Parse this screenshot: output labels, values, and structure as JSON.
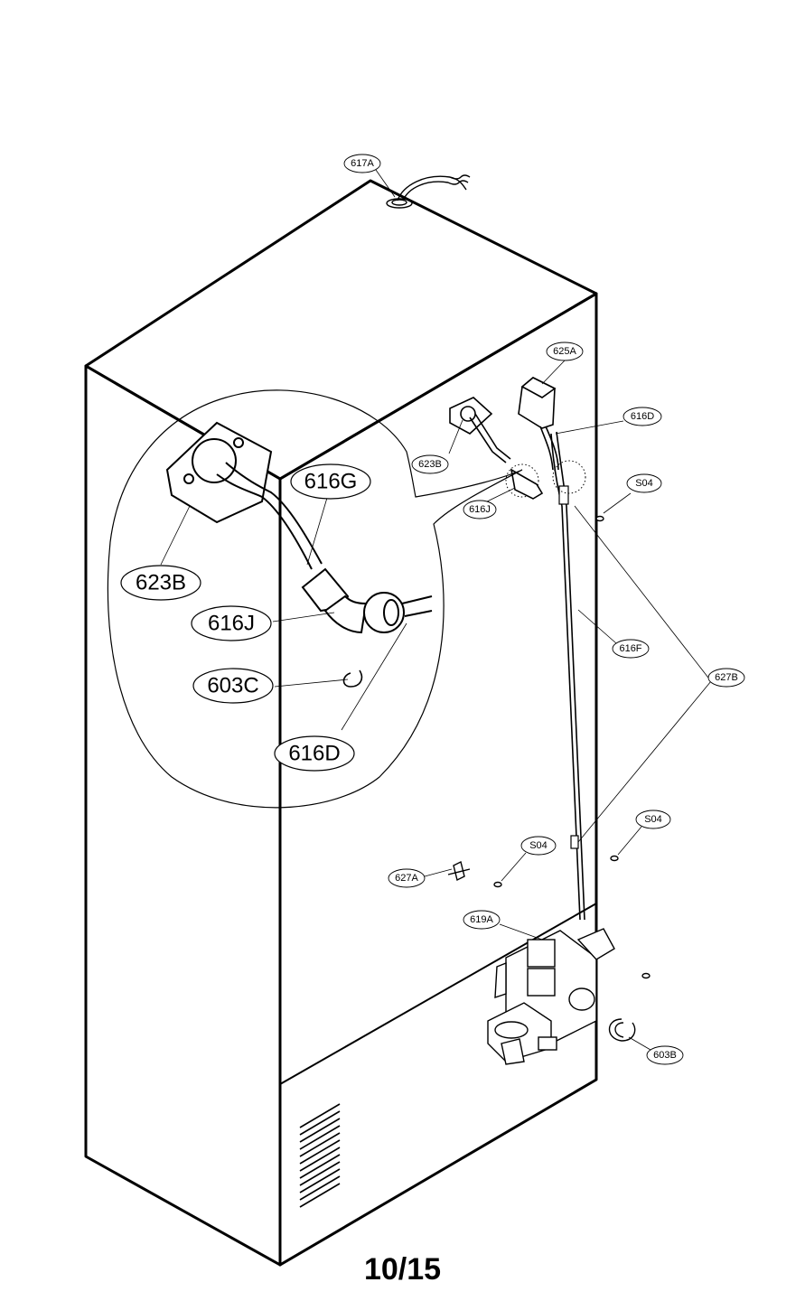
{
  "page": {
    "number": "10/15"
  },
  "callouts": {
    "c617A": "617A",
    "c625A": "625A",
    "c616D": "616D",
    "c623B": "623B",
    "c616J": "616J",
    "cS04a": "S04",
    "c616F": "616F",
    "c627B": "627B",
    "cS04b": "S04",
    "cS04c": "S04",
    "c627A": "627A",
    "c619A": "619A",
    "c603B": "603B"
  },
  "detail_callouts": {
    "c616G": "616G",
    "c623B": "623B",
    "c616J": "616J",
    "c603C": "603C",
    "c616D": "616D"
  }
}
